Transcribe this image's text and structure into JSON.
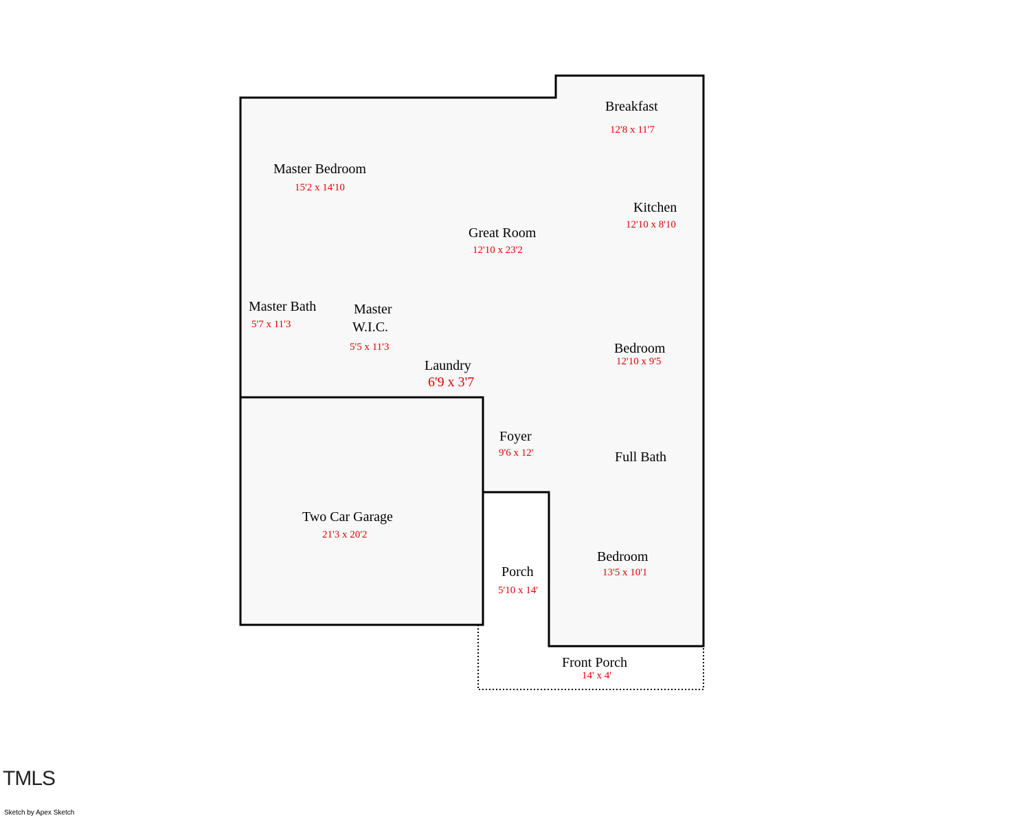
{
  "colors": {
    "floor_fill": "#f8f8f8",
    "wall_stroke": "#000000",
    "room_name": "#000000",
    "room_dimension": "#e00000"
  },
  "rooms": {
    "breakfast": {
      "name": "Breakfast",
      "dims": "12'8 x 11'7"
    },
    "master_bedroom": {
      "name": "Master Bedroom",
      "dims": "15'2 x 14'10"
    },
    "kitchen": {
      "name": "Kitchen",
      "dims": "12'10 x 8'10"
    },
    "great_room": {
      "name": "Great Room",
      "dims": "12'10 x 23'2"
    },
    "master_bath": {
      "name": "Master Bath",
      "dims": "5'7 x 11'3"
    },
    "master_wic": {
      "name_line1": "Master",
      "name_line2": "W.I.C.",
      "dims": "5'5 x 11'3"
    },
    "bedroom_upper": {
      "name": "Bedroom",
      "dims": "12'10 x 9'5"
    },
    "laundry": {
      "name": "Laundry",
      "dims": "6'9 x 3'7"
    },
    "foyer": {
      "name": "Foyer",
      "dims": "9'6 x 12'"
    },
    "full_bath": {
      "name": "Full Bath"
    },
    "two_car_garage": {
      "name": "Two Car Garage",
      "dims": "21'3 x 20'2"
    },
    "bedroom_lower": {
      "name": "Bedroom",
      "dims": "13'5 x 10'1"
    },
    "porch": {
      "name": "Porch",
      "dims": "5'10 x 14'"
    },
    "front_porch": {
      "name": "Front Porch",
      "dims": "14' x 4'"
    }
  },
  "footer": {
    "logo": "TMLS",
    "credit": "Sketch by Apex Sketch"
  }
}
